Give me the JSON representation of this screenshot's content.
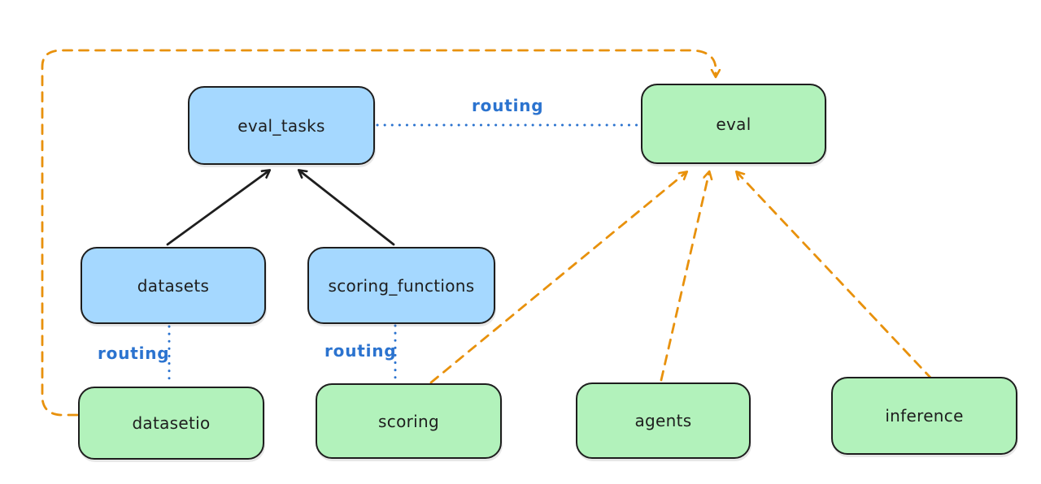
{
  "diagram": {
    "title": "eval routing architecture diagram",
    "colors": {
      "background": "#ffffff",
      "blue_node_fill": "#a5d8ff",
      "green_node_fill": "#b2f2bb",
      "node_stroke": "#1e1e1e",
      "orange_edge": "#e8910c",
      "blue_edge_and_label": "#2b73cf",
      "black_edge": "#1e1e1e"
    },
    "nodes": {
      "eval_tasks": {
        "label": "eval_tasks",
        "color": "blue"
      },
      "eval": {
        "label": "eval",
        "color": "green"
      },
      "datasets": {
        "label": "datasets",
        "color": "blue"
      },
      "scoring_functions": {
        "label": "scoring_functions",
        "color": "blue"
      },
      "datasetio": {
        "label": "datasetio",
        "color": "green"
      },
      "scoring": {
        "label": "scoring",
        "color": "green"
      },
      "agents": {
        "label": "agents",
        "color": "green"
      },
      "inference": {
        "label": "inference",
        "color": "green"
      }
    },
    "edge_labels": {
      "routing_top": {
        "text": "routing"
      },
      "routing_left": {
        "text": "routing"
      },
      "routing_middle": {
        "text": "routing"
      }
    },
    "edges": [
      {
        "from": "datasets",
        "to": "eval_tasks",
        "style": "solid-black-arrow"
      },
      {
        "from": "scoring_functions",
        "to": "eval_tasks",
        "style": "solid-black-arrow"
      },
      {
        "from": "eval_tasks",
        "to": "eval",
        "style": "dotted-blue",
        "label": "routing"
      },
      {
        "from": "datasets",
        "to": "datasetio",
        "style": "dotted-blue",
        "label": "routing"
      },
      {
        "from": "scoring_functions",
        "to": "scoring",
        "style": "dotted-blue",
        "label": "routing"
      },
      {
        "from": "datasetio",
        "to": "eval",
        "style": "dashed-orange-arrow",
        "route": "loop-around-left-and-top"
      },
      {
        "from": "scoring",
        "to": "eval",
        "style": "dashed-orange-arrow"
      },
      {
        "from": "agents",
        "to": "eval",
        "style": "dashed-orange-arrow"
      },
      {
        "from": "inference",
        "to": "eval",
        "style": "dashed-orange-arrow"
      }
    ]
  }
}
